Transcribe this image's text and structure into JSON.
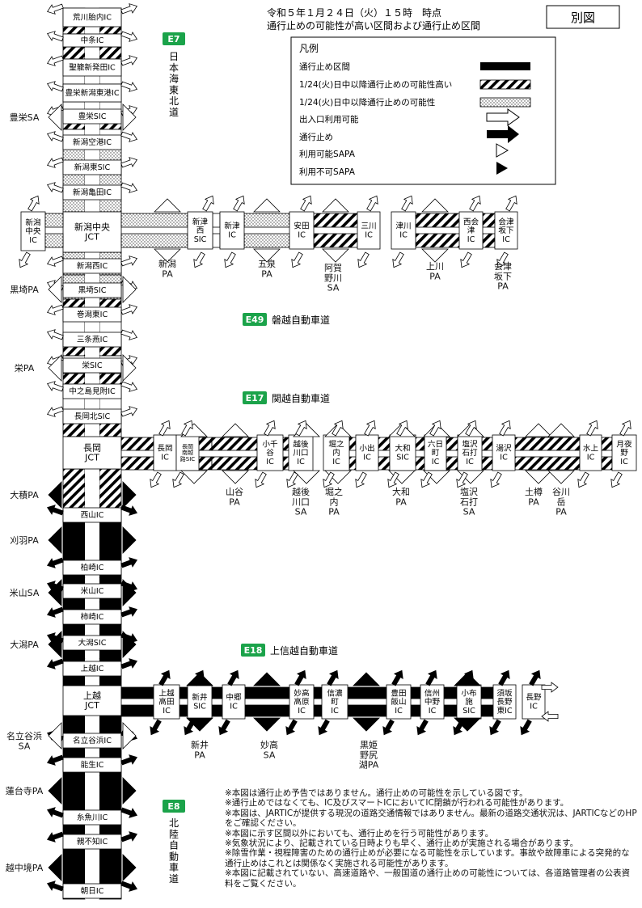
{
  "header": {
    "title_line1": "令和５年１月２４日（火）１５時　時点",
    "title_line2": "通行止めの可能性が高い区間および通行止め区間",
    "badge": "別図"
  },
  "legend": {
    "title": "凡例",
    "items": [
      {
        "label": "通行止め区間",
        "kind": "closed"
      },
      {
        "label": "1/24(火)日中以降通行止めの可能性高い",
        "kind": "hatch"
      },
      {
        "label": "1/24(火)日中以降通行止めの可能性",
        "kind": "dots"
      },
      {
        "label": "出入口利用可能",
        "kind": "arrow-open"
      },
      {
        "label": "通行止め",
        "kind": "arrow-closed"
      },
      {
        "label": "利用可能SAPA",
        "kind": "tri-open"
      },
      {
        "label": "利用不可SAPA",
        "kind": "tri-closed"
      }
    ]
  },
  "routes": {
    "e7": {
      "code": "E7",
      "name": "日本海東北道"
    },
    "e49": {
      "code": "E49",
      "name": "磐越自動車道"
    },
    "e17": {
      "code": "E17",
      "name": "関越自動車道"
    },
    "e18": {
      "code": "E18",
      "name": "上信越自動車道"
    },
    "e8": {
      "code": "E8",
      "name": "北陸自動車道"
    }
  },
  "vertical_labels": [
    "荒川胎内IC",
    "中条IC",
    "聖籠新発田IC",
    "豊栄新潟東港IC",
    "豊栄SIC",
    "新潟空港IC",
    "新潟東SIC",
    "新潟亀田IC",
    "新潟西IC",
    "黒埼SIC",
    "巻潟東IC",
    "三条燕IC",
    "栄SIC",
    "中之島見附IC",
    "長岡北SIC",
    "西山IC",
    "柏崎IC",
    "米山IC",
    "柿崎IC",
    "大潟SIC",
    "上越IC",
    "名立谷浜IC",
    "能生IC",
    "糸魚川IC",
    "親不知IC",
    "朝日IC"
  ],
  "jct": {
    "niigata": "新潟中央\nJCT",
    "nagaoka": "長岡\nJCT",
    "joetsu": "上越\nJCT"
  },
  "side_labels": [
    "豊栄SA",
    "黒埼PA",
    "栄PA",
    "大積PA",
    "刈羽PA",
    "米山SA",
    "大潟PA",
    "名立谷浜\nSA",
    "蓮台寺PA",
    "越中境PA"
  ],
  "e49_row": [
    "新潟\n中央\nIC",
    "新津\n西\nSIC",
    "新津\nIC",
    "安田\nIC",
    "三川\nIC",
    "津川\nIC",
    "西会\n津\nIC",
    "会津\n坂下\nIC"
  ],
  "e49_pa": [
    "新潟\nPA",
    "五泉\nPA",
    "阿賀\n野川\nSA",
    "上川\nPA",
    "会津\n坂下\nPA"
  ],
  "e17_row": [
    "長岡\nIC",
    "長岡\n南越\n路SIC",
    "小千\n谷\nIC",
    "越後\n川口\nIC",
    "堀之\n内\nIC",
    "小出\nIC",
    "大和\nSIC",
    "六日\n町\nIC",
    "塩沢\n石打\nIC",
    "湯沢\nIC",
    "水上\nIC",
    "月夜\n野\nIC"
  ],
  "e17_pa": [
    "山谷\nPA",
    "越後\n川口\nSA",
    "堀之\n内\nPA",
    "大和\nPA",
    "塩沢\n石打\nSA",
    "土樽\nPA",
    "谷川\n岳\nPA"
  ],
  "e18_row": [
    "上越\n高田\nIC",
    "新井\nSIC",
    "中郷\nIC",
    "妙高\n高原\nIC",
    "信濃\n町\nIC",
    "豊田\n飯山\nIC",
    "信州\n中野\nIC",
    "小布\n施\nSIC",
    "須坂\n長野\n東IC",
    "長野\nIC"
  ],
  "e18_pa": [
    "新井\nPA",
    "妙高\nSA",
    "黒姫\n野尻\n湖PA"
  ],
  "notes": [
    "※本図は通行止め予告ではありません。通行止めの可能性を示している図です。",
    "※通行止めではなくても、IC及びスマートICにおいてIC閉鎖が行われる可能性があります。",
    "※本図は、JARTICが提供する現況の道路交通情報ではありません。最新の道路交通状況は、JARTICなどのHPをご確認ください。",
    "※本図に示す区間以外においても、通行止めを行う可能性があります。",
    "※気象状況により、記載されている日時よりも早く、通行止めが実施される場合があります。",
    "※除雪作業・視程障害のための通行止めが必要になる可能性を示しています。事故や故障車による突発的な通行止めはこれとは関係なく実施される可能性があります。",
    "※本図に記載されていない、高速道路や、一般国道の通行止めの可能性については、各道路管理者の公表資料をご覧ください。"
  ],
  "colors": {
    "closed": "#000000",
    "route_badge": "#1ba34a",
    "white": "#ffffff"
  }
}
